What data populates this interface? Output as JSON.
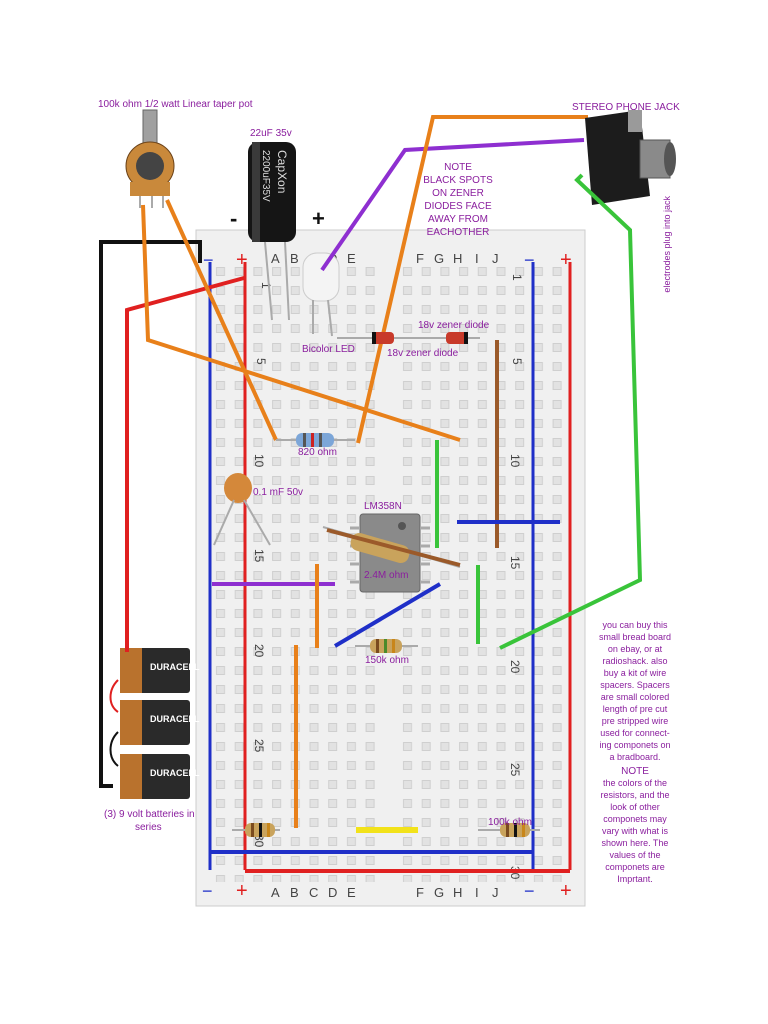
{
  "labels": {
    "pot": "100k ohm 1/2 watt Linear taper pot",
    "capacitor": "22uF 35v",
    "cap_body_1": "CapXon",
    "cap_body_2": "2200uF35V",
    "cap_minus": "-",
    "cap_plus": "+",
    "jack": "STEREO PHONE JACK",
    "electrodes": "electrodes plug into jack",
    "note_lines": [
      "NOTE",
      "BLACK SPOTS",
      "ON ZENER",
      "DIODES FACE",
      "AWAY FROM",
      "EACHOTHER"
    ],
    "zener1": "18v zener diode",
    "zener2": "18v zener diode",
    "led": "Bicolor LED",
    "r820": "820 ohm",
    "cap01": "0.1 mF 50v",
    "ic": "LM358N",
    "r24m": "2.4M ohm",
    "r150k": "150k ohm",
    "r100k": "100k ohm",
    "batteries_lines": [
      "(3) 9 volt batteries in",
      "series"
    ],
    "battery_brand": "DURACELL",
    "side_note_lines": [
      "you can buy this",
      "small bread board",
      "on ebay, or at",
      "radioshack. also",
      "buy a kit of wire",
      "spacers. Spacers",
      "are small colored",
      "length of pre cut",
      "pre stripped wire",
      "used for connect-",
      "ing componets on",
      "a bradboard.",
      "NOTE",
      "the colors of the",
      "resistors, and the",
      "look of other",
      "componets may",
      "vary with what is",
      "shown here. The",
      "values of the",
      "componets are",
      "Imprtant."
    ]
  },
  "breadboard": {
    "left_columns": [
      "A",
      "B",
      "C",
      "D",
      "E"
    ],
    "right_columns": [
      "F",
      "G",
      "H",
      "I",
      "J"
    ],
    "row_numbers": [
      "1",
      "5",
      "10",
      "15",
      "20",
      "25",
      "30"
    ],
    "rail_minus": "−",
    "rail_plus": "+"
  },
  "colors": {
    "red_wire": "#e02020",
    "blue_wire": "#1f2fc8",
    "orange_wire": "#e8801a",
    "purple_wire": "#8e2fd0",
    "green_wire": "#39c43a",
    "black_wire": "#111111",
    "label_purple": "#8a1e9e"
  }
}
